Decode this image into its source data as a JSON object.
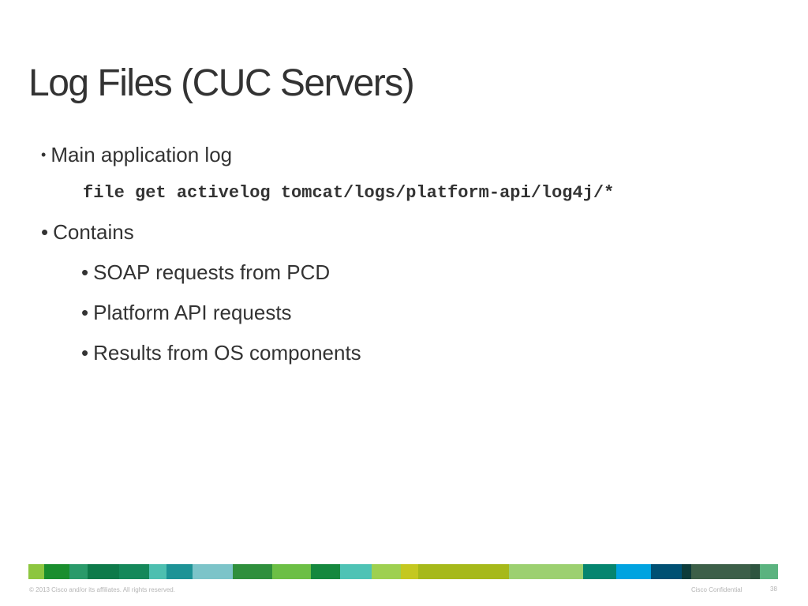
{
  "slide": {
    "title": "Log Files (CUC Servers)",
    "bullets": [
      {
        "text": "Main application log"
      },
      {
        "code": "file get activelog tomcat/logs/platform-api/log4j/*"
      },
      {
        "text": "Contains"
      },
      {
        "text": "SOAP requests from PCD"
      },
      {
        "text": "Platform API requests"
      },
      {
        "text": "Results from OS components"
      }
    ],
    "bullet_glyph": "•"
  },
  "footer": {
    "copyright": "© 2013 Cisco and/or its affiliates. All rights reserved.",
    "confidential": "Cisco Confidential",
    "page_number": "38"
  },
  "colors": {
    "text": "#333333",
    "footer_text": "#b5b5b5",
    "stripe": [
      "#8dc63f",
      "#1a8e2e",
      "#2a9a6a",
      "#0e7a4a",
      "#14885a",
      "#4dbfb0",
      "#1d9396",
      "#7cc4c9",
      "#2f8f3c",
      "#6cbf45",
      "#15883e",
      "#4ec3b5",
      "#9ed050",
      "#c4c820",
      "#a6b91a",
      "#9cd070",
      "#05856f",
      "#00a3e0",
      "#005073",
      "#0d3b3a",
      "#3c5f48",
      "#2e5540",
      "#5bb37f"
    ]
  }
}
